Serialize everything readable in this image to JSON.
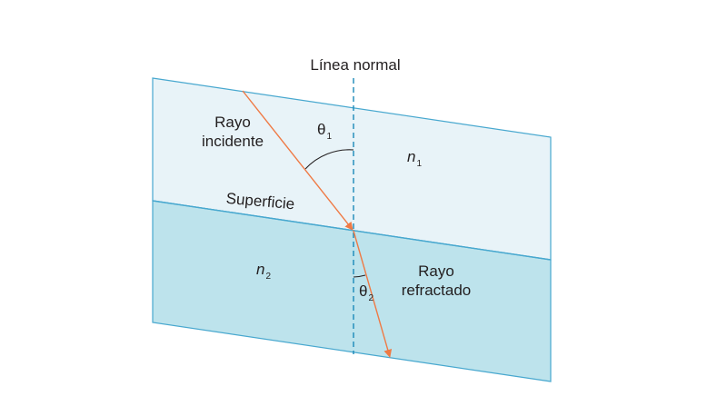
{
  "diagram": {
    "normal_label": "Línea normal",
    "incident_label_line1": "Rayo",
    "incident_label_line2": "incidente",
    "refracted_label_line1": "Rayo",
    "refracted_label_line2": "refractado",
    "surface_label": "Superficie",
    "theta1_symbol": "θ",
    "theta1_sub": "1",
    "theta2_symbol": "θ",
    "theta2_sub": "2",
    "n1_symbol": "n",
    "n1_sub": "1",
    "n2_symbol": "n",
    "n2_sub": "2",
    "colors": {
      "medium1_fill": "#e8f3f8",
      "medium2_fill": "#bde3ec",
      "border": "#48a8cf",
      "normal_line": "#1b89b8",
      "ray": "#ef7a45",
      "text": "#231f20"
    }
  }
}
